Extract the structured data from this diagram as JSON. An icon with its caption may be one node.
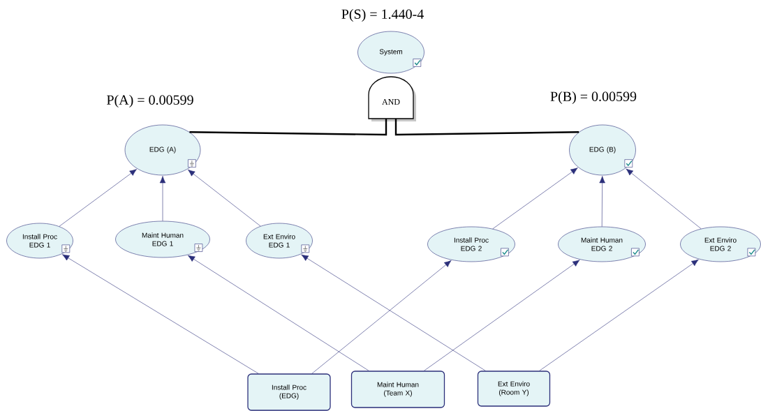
{
  "diagram": {
    "nodes": [
      {
        "text": [
          "System"
        ],
        "beside": [
          "P(S) = 1.440-4"
        ]
      },
      {
        "text": [
          "AND"
        ]
      },
      {
        "text": [
          "EDG (A)"
        ],
        "beside": [
          "P(A) = 0.00599"
        ]
      },
      {
        "text": [
          "EDG (B)"
        ],
        "beside": [
          "P(B) = 0.00599"
        ]
      },
      {
        "text": [
          "Install Proc EDG 1"
        ]
      },
      {
        "text": [
          "Maint Human EDG 1"
        ]
      },
      {
        "text": [
          "Ext Enviro EDG 1"
        ]
      },
      {
        "text": [
          "Install Proc EDG 2"
        ]
      },
      {
        "text": [
          "Maint Human EDG 2"
        ]
      },
      {
        "text": [
          "Ext Enviro EDG 2"
        ]
      },
      {
        "text": [
          "Install Proc (EDG)"
        ]
      },
      {
        "text": [
          "Maint Human (Team X)"
        ]
      },
      {
        "text": [
          "Ext Enviro (Room Y)"
        ]
      }
    ],
    "edges": [
      {
        "from": 2,
        "to": 1,
        "arrow": "none",
        "style": "thick",
        "color": "#000000"
      },
      {
        "from": 3,
        "to": 1,
        "arrow": "none",
        "style": "thick",
        "color": "#000000"
      },
      {
        "from": 4,
        "to": 2,
        "arrow": "to"
      },
      {
        "from": 5,
        "to": 2,
        "arrow": "to"
      },
      {
        "from": 6,
        "to": 2,
        "arrow": "to"
      },
      {
        "from": 7,
        "to": 3,
        "arrow": "to"
      },
      {
        "from": 8,
        "to": 3,
        "arrow": "to"
      },
      {
        "from": 9,
        "to": 3,
        "arrow": "to"
      },
      {
        "from": 10,
        "to": 4,
        "arrow": "to"
      },
      {
        "from": 10,
        "to": 7,
        "arrow": "to"
      },
      {
        "from": 11,
        "to": 5,
        "arrow": "to"
      },
      {
        "from": 11,
        "to": 8,
        "arrow": "to"
      },
      {
        "from": 12,
        "to": 6,
        "arrow": "to"
      },
      {
        "from": 12,
        "to": 9,
        "arrow": "to"
      }
    ]
  }
}
